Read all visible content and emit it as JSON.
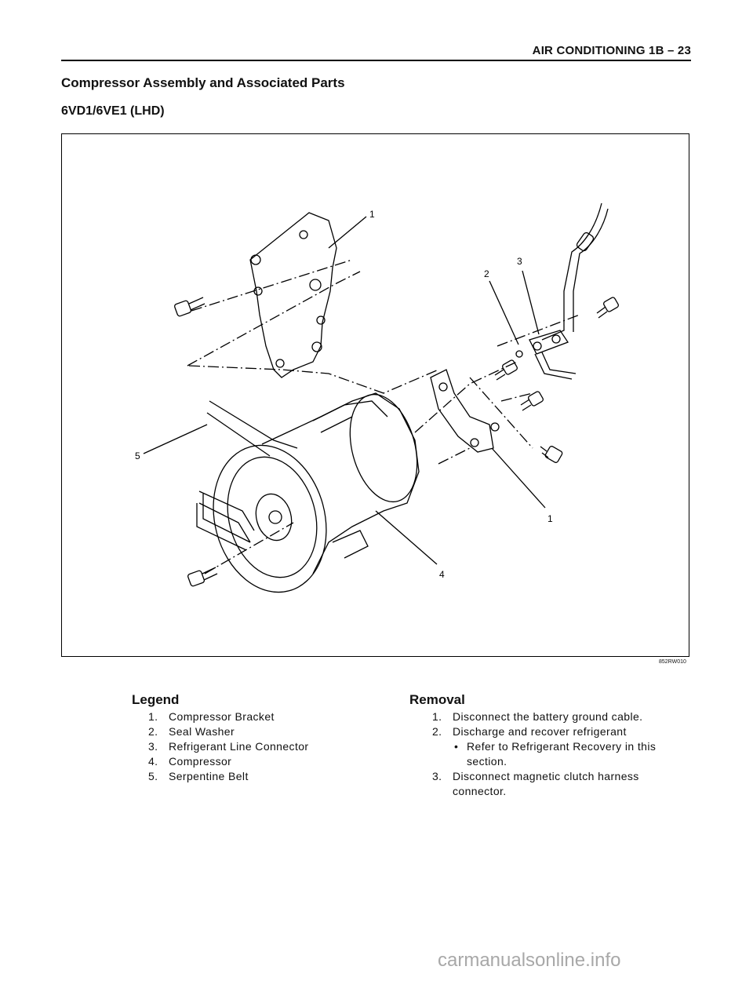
{
  "header": {
    "title": "AIR CONDITIONING  1B – 23"
  },
  "section": {
    "title": "Compressor Assembly and Associated Parts",
    "subtitle": "6VD1/6VE1 (LHD)"
  },
  "figure": {
    "callouts": [
      "1",
      "2",
      "3",
      "5",
      "1",
      "4"
    ],
    "code": "852RW010"
  },
  "legend": {
    "heading": "Legend",
    "items": [
      {
        "num": "1.",
        "text": "Compressor Bracket"
      },
      {
        "num": "2.",
        "text": "Seal Washer"
      },
      {
        "num": "3.",
        "text": "Refrigerant Line Connector"
      },
      {
        "num": "4.",
        "text": "Compressor"
      },
      {
        "num": "5.",
        "text": "Serpentine Belt"
      }
    ]
  },
  "removal": {
    "heading": "Removal",
    "steps": [
      {
        "num": "1.",
        "text": "Disconnect the battery ground cable."
      },
      {
        "num": "2.",
        "text": "Discharge and recover refrigerant"
      },
      {
        "bullet": "•",
        "text": "Refer to Refrigerant Recovery in this section."
      },
      {
        "num": "3.",
        "text": "Disconnect magnetic clutch harness connector."
      }
    ]
  },
  "watermark": "carmanualsonline.info"
}
